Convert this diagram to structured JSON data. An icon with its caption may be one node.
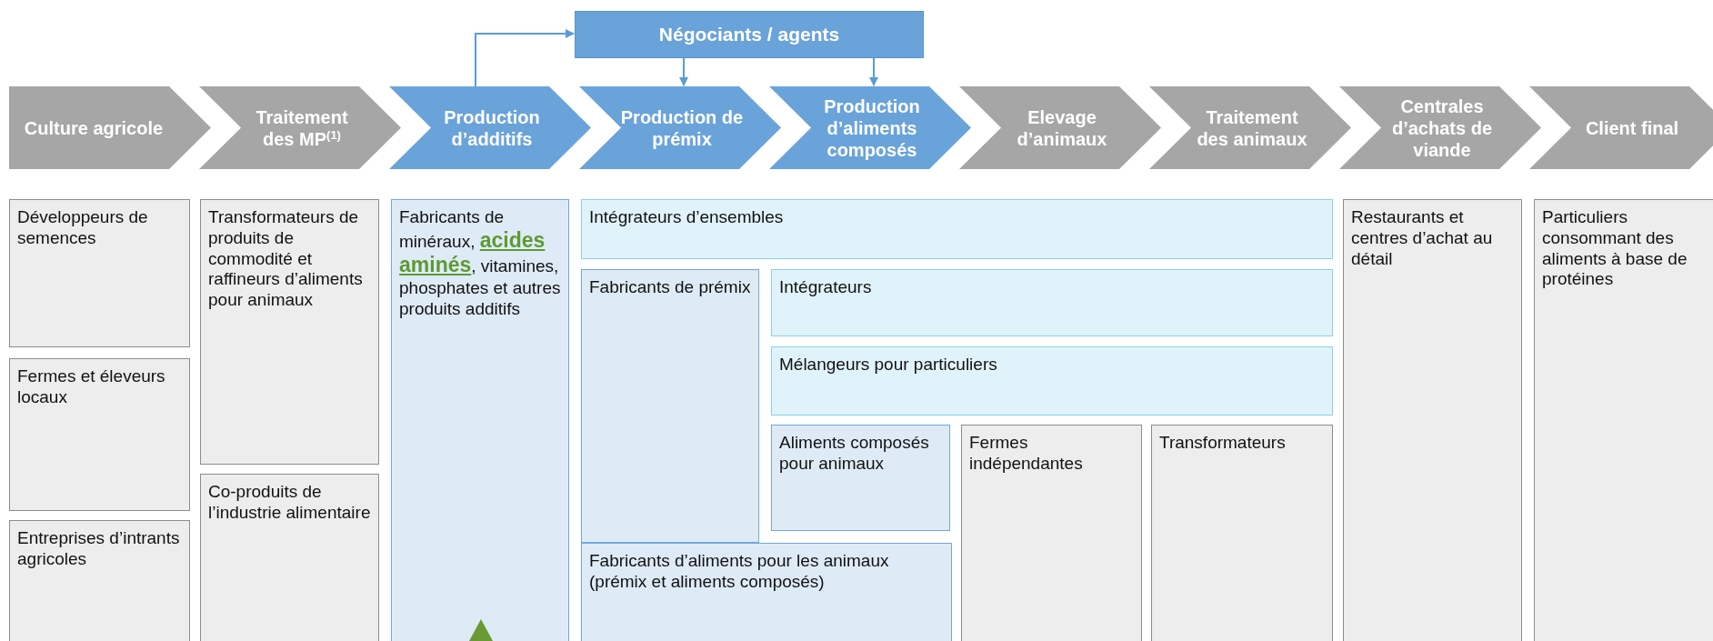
{
  "diagram": {
    "nodes": [
      {
        "text": [
          "Négociants / agents"
        ]
      },
      {
        "text": [
          "Culture agricole"
        ]
      },
      {
        "text": [
          "Traitement des MP$^{(1)}$"
        ]
      },
      {
        "text": [
          "Production d’additifs"
        ]
      },
      {
        "text": [
          "Production de prémix"
        ]
      },
      {
        "text": [
          "Production d’aliments composés"
        ]
      },
      {
        "text": [
          "Elevage d’animaux"
        ]
      },
      {
        "text": [
          "Traitement des animaux"
        ]
      },
      {
        "text": [
          "Centrales d’achats de viande"
        ]
      },
      {
        "text": [
          "Client final"
        ]
      },
      {
        "text": [
          "Développeurs de semences"
        ]
      },
      {
        "text": [
          "Fermes et éleveurs locaux"
        ]
      },
      {
        "text": [
          "Entreprises d’intrants agricoles"
        ]
      },
      {
        "text": [
          "Transformateurs de produits de commodité et raffineurs d’aliments pour animaux"
        ]
      },
      {
        "text": [
          "Co-produits de l’industrie alimentaire"
        ]
      },
      {
        "text": [
          "Fabricants de minéraux, **acides aminés**, vitamines, phosphates et autres produits additifs"
        ]
      },
      {
        "text": [
          "Intégrateurs d’ensembles"
        ]
      },
      {
        "text": [
          "Fabricants de prémix"
        ]
      },
      {
        "text": [
          "Intégrateurs"
        ]
      },
      {
        "text": [
          "Mélangeurs pour particuliers"
        ]
      },
      {
        "text": [
          "Aliments composés pour animaux"
        ]
      },
      {
        "text": [
          "Fabricants d’aliments pour les animaux (prémix et aliments composés)"
        ]
      },
      {
        "text": [
          "Fermes indépendantes"
        ]
      },
      {
        "text": [
          "Transformateurs"
        ]
      },
      {
        "text": [
          "Restaurants et centres d’achat au détail"
        ]
      },
      {
        "text": [
          "Particuliers consommant des aliments à base de protéines"
        ]
      }
    ],
    "edges": [
      {
        "from": 3,
        "to": 0,
        "arrow": "to"
      },
      {
        "from": 0,
        "to": 4,
        "arrow": "to"
      },
      {
        "from": 0,
        "to": 5,
        "arrow": "to"
      }
    ]
  }
}
